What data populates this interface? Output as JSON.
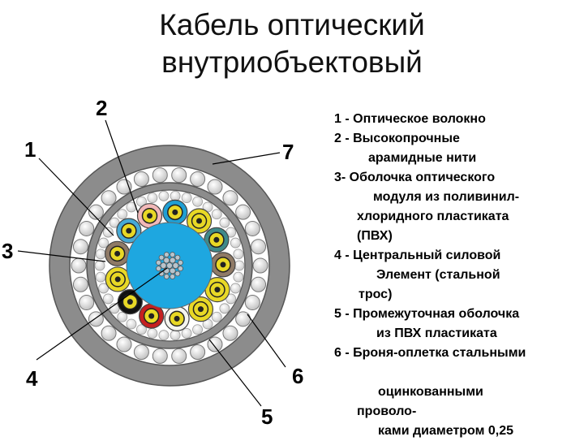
{
  "title": {
    "line1": "Кабель оптический",
    "line2": "внутриобъектовый"
  },
  "callouts": [
    "1",
    "2",
    "3",
    "4",
    "5",
    "6",
    "7"
  ],
  "legend": [
    "1 - Оптическое волокно",
    "2 - Высокопрочные",
    "арамидные нити",
    "3- Оболочка оптического",
    "модуля из поливинил-",
    "хлоридного пластиката",
    "(ПВХ)",
    "4 - Центральный силовой",
    "Элемент (стальной",
    "трос)",
    "5 - Промежуточная оболочка",
    "из ПВХ пластиката",
    "6 - Броня-оплетка стальными",
    "оцинкованными",
    "проволо-",
    "ками диаметром 0,25"
  ],
  "colors": {
    "outer_jacket": "#8c8c8c",
    "core": "#1ea7e0",
    "module_colors": [
      "#f2b8b8",
      "#1f9fd4",
      "#e8d826",
      "#3f8a8a",
      "#8f7a66",
      "#e8d826",
      "#e8d826",
      "#f5f5ef",
      "#c62020",
      "#111111",
      "#e8d826",
      "#8f7a66",
      "#45a9d6"
    ]
  }
}
